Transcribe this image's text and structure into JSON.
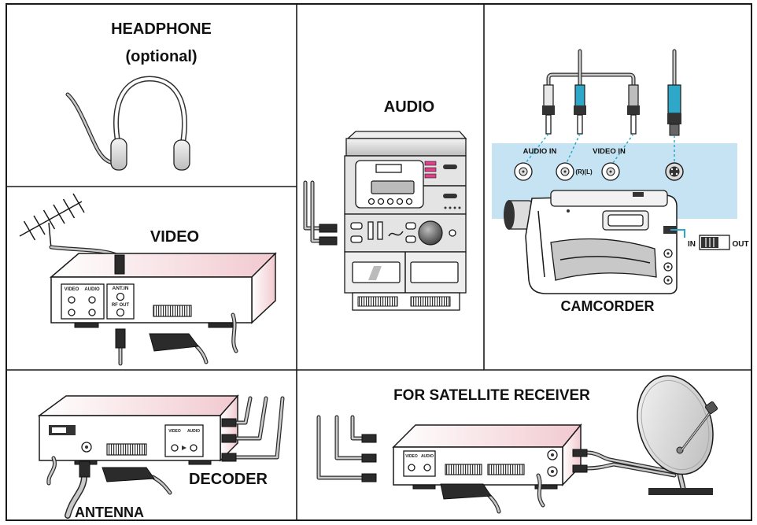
{
  "panels": {
    "headphone": {
      "title": "HEADPHONE",
      "subtitle": "(optional)"
    },
    "video": {
      "title": "VIDEO",
      "jack_video": "VIDEO",
      "jack_audio": "AUDIO",
      "jack_ant_in": "ANT.IN",
      "jack_rf_out": "RF OUT"
    },
    "audio": {
      "title": "AUDIO"
    },
    "camcorder": {
      "title": "CAMCORDER",
      "audio_in": "AUDIO IN",
      "video_in": "VIDEO IN",
      "rl": "(R)(L)",
      "switch_in": "IN",
      "switch_out": "OUT"
    },
    "decoder": {
      "title": "DECODER",
      "antenna": "ANTENNA",
      "jack_video": "VIDEO",
      "jack_audio": "AUDIO"
    },
    "satellite": {
      "title": "FOR SATELLITE RECEIVER",
      "jack_video": "VIDEO",
      "jack_audio": "AUDIO"
    }
  },
  "colors": {
    "connector_cyan": "#2fa7c8",
    "input_panel_blue": "#c6e3f3",
    "housing_pink": "#f1c9cf",
    "button_pink": "#e0408a"
  }
}
